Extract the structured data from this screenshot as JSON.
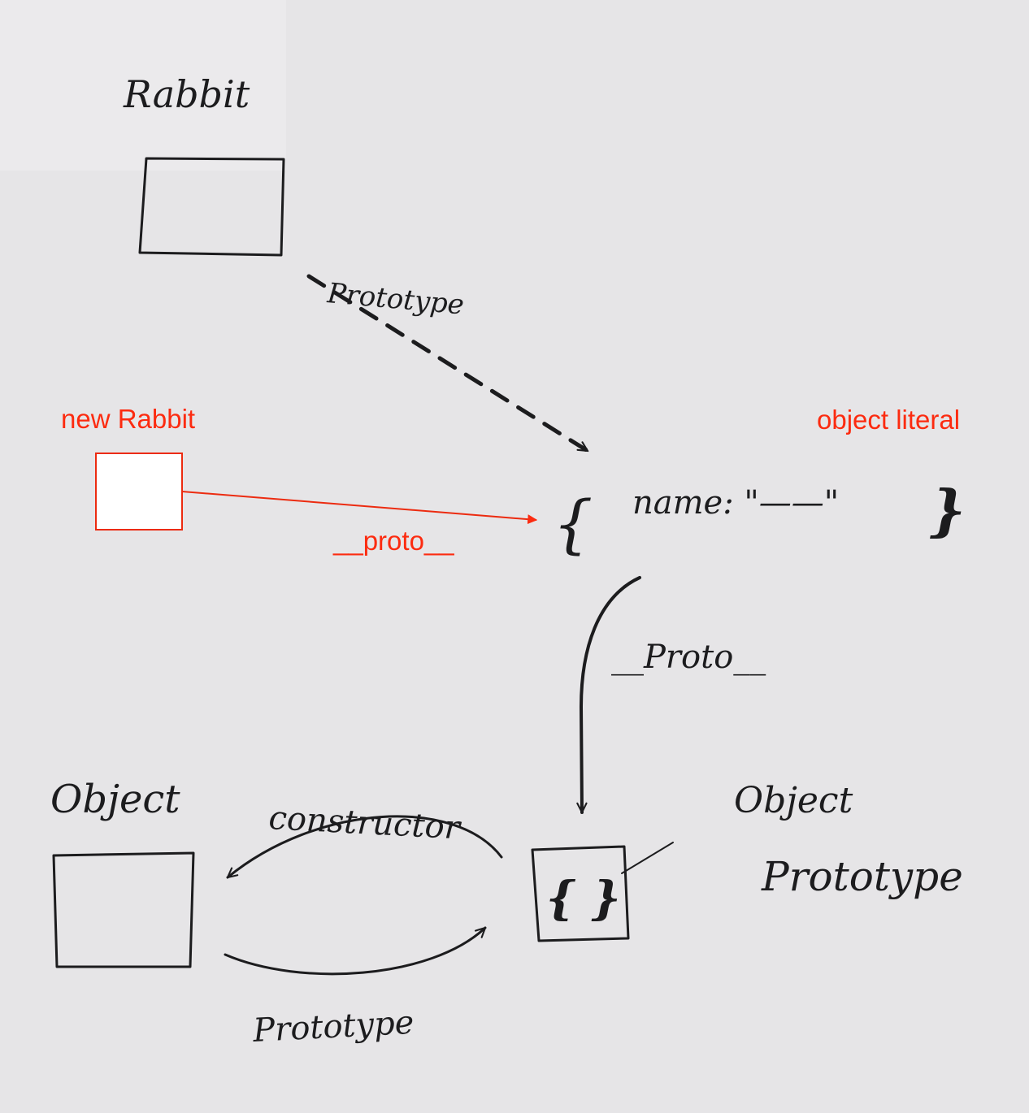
{
  "labels": {
    "rabbit": "Rabbit",
    "prototype_top": "Prototype",
    "new_rabbit": "new Rabbit",
    "object_literal": "object literal",
    "proto_red": "__proto__",
    "literal_open_brace": "{",
    "literal_body": "name: \"——\"",
    "literal_close_brace": "}",
    "proto_handwritten": "__Proto__",
    "object_left": "Object",
    "constructor": "constructor",
    "object_right": "Object",
    "prototype_right": "Prototype",
    "prototype_inner_braces": "{ }",
    "prototype_bottom": "Prototype"
  },
  "colors": {
    "ink": "#1c1c1e",
    "annotation_red": "#fc2b10",
    "paper": "#e6e5e7"
  }
}
